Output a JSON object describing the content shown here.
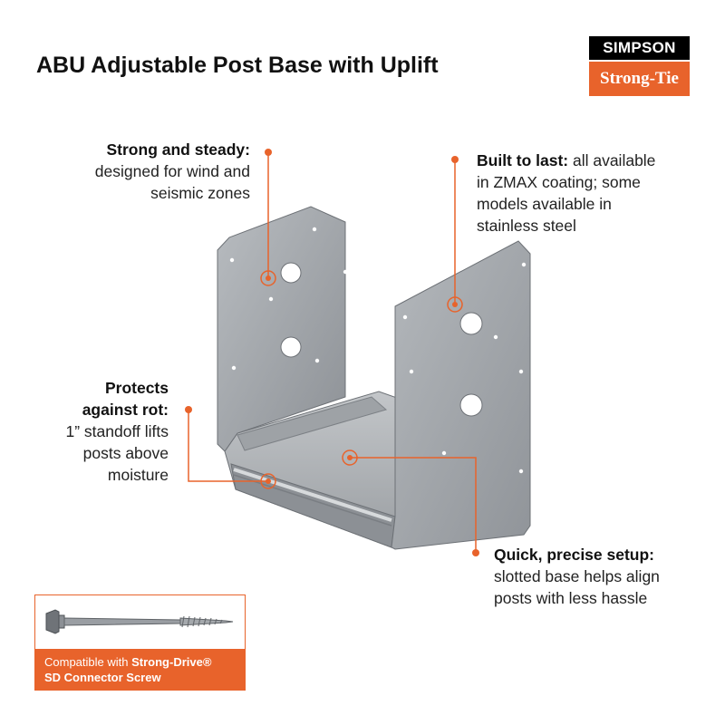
{
  "title": "ABU Adjustable Post Base with Uplift",
  "logo": {
    "top": "SIMPSON",
    "bottom": "Strong-Tie"
  },
  "callouts": {
    "strong": {
      "heading": "Strong and steady:",
      "line1": "designed for wind and",
      "line2": "seismic zones"
    },
    "built": {
      "heading": "Built to last:",
      "rest1": " all available",
      "line2": "in ZMAX coating; some",
      "line3": "models available in",
      "line4": "stainless steel"
    },
    "protects": {
      "heading1": "Protects",
      "heading2": "against rot:",
      "line1": "1” standoff lifts",
      "line2": "posts above",
      "line3": "moisture"
    },
    "quick": {
      "heading": "Quick, precise setup:",
      "line1": "slotted base helps align",
      "line2": "posts with less hassle"
    }
  },
  "screw_box": {
    "prefix": "Compatible with ",
    "brand": "Strong-Drive®",
    "line2": "SD Connector Screw"
  },
  "colors": {
    "accent": "#e8632b",
    "steel": "#a7abb0",
    "logo_black": "#000000"
  }
}
